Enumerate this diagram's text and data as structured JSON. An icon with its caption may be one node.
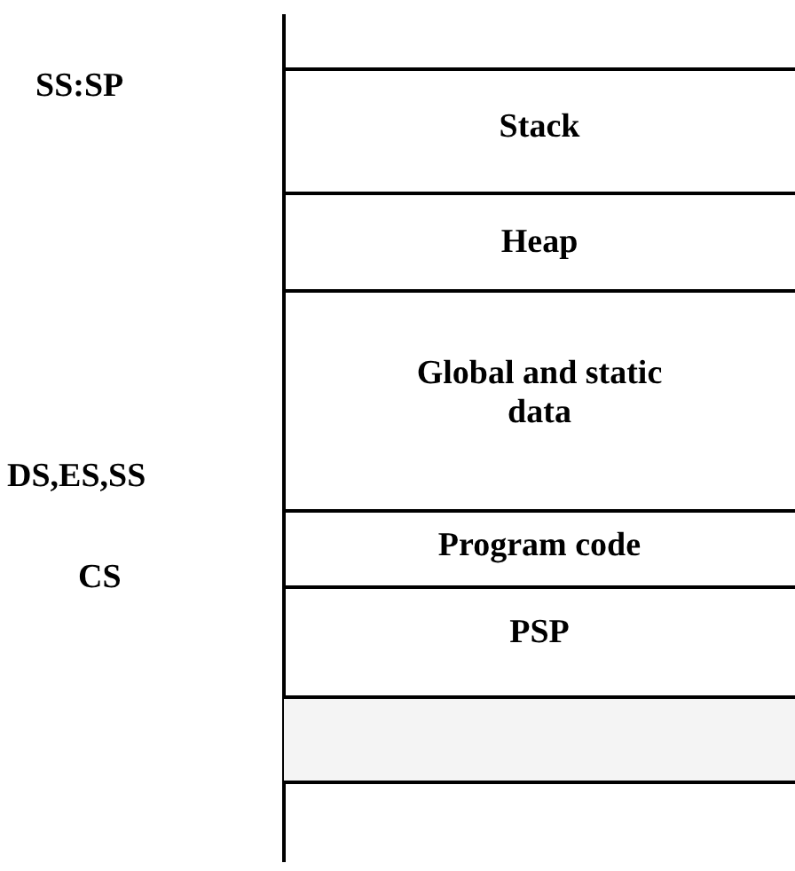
{
  "diagram": {
    "nodes": [
      {
        "text": [
          "Stack"
        ]
      },
      {
        "text": [
          "Heap"
        ]
      },
      {
        "text": [
          "Global and static data"
        ]
      },
      {
        "text": [
          "Program code"
        ]
      },
      {
        "text": [
          "PSP"
        ]
      },
      {
        "text": [],
        "shape": "box"
      }
    ],
    "labels": [
      "SS:SP",
      "DS,ES,SS",
      "CS"
    ]
  }
}
